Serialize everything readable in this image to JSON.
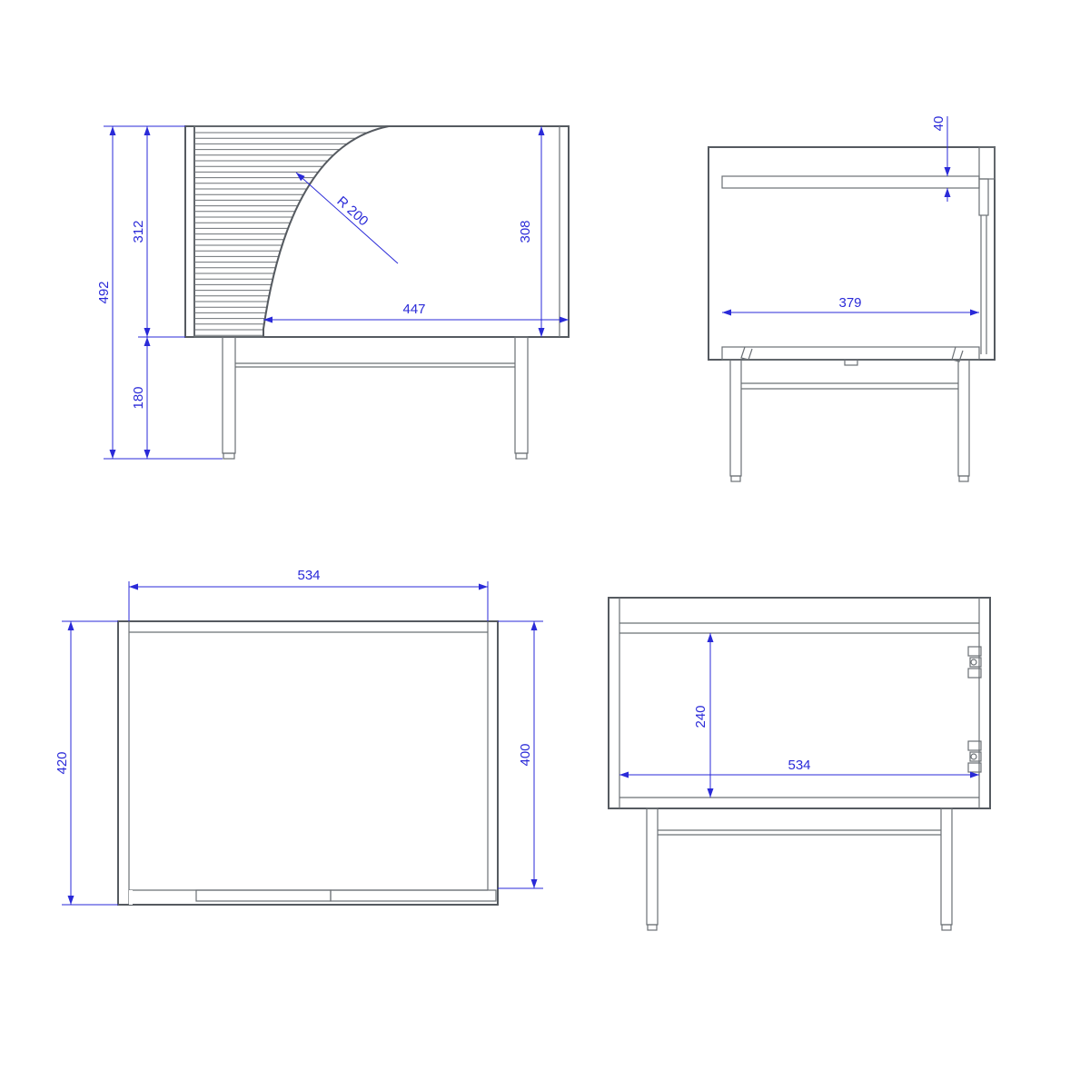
{
  "views": {
    "front": {
      "overall_height": "492",
      "top_height": "312",
      "leg_height": "180",
      "front_height": "308",
      "radius": "R 200",
      "width": "447"
    },
    "side": {
      "top_thickness": "40",
      "depth": "379"
    },
    "top": {
      "width": "534",
      "depth_outer": "420",
      "depth_inner": "400"
    },
    "back": {
      "inner_height": "240",
      "width": "534"
    }
  },
  "colors": {
    "outline": "#555a60",
    "dimension": "#2a2ad8"
  }
}
